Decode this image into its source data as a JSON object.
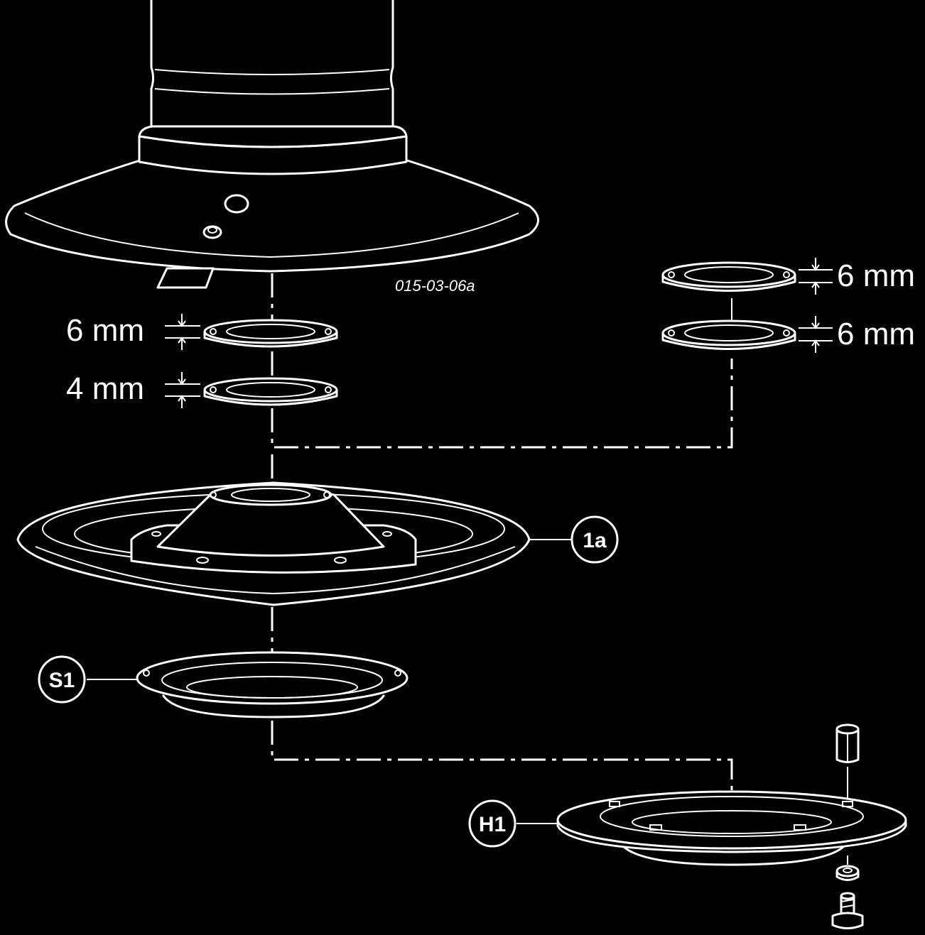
{
  "figure_code": "015-03-06a",
  "dimensions": {
    "left_upper": "6 mm",
    "left_lower": "4 mm",
    "right_upper": "6 mm",
    "right_lower": "6 mm"
  },
  "callouts": {
    "disc": "1a",
    "seal": "S1",
    "holder": "H1"
  }
}
